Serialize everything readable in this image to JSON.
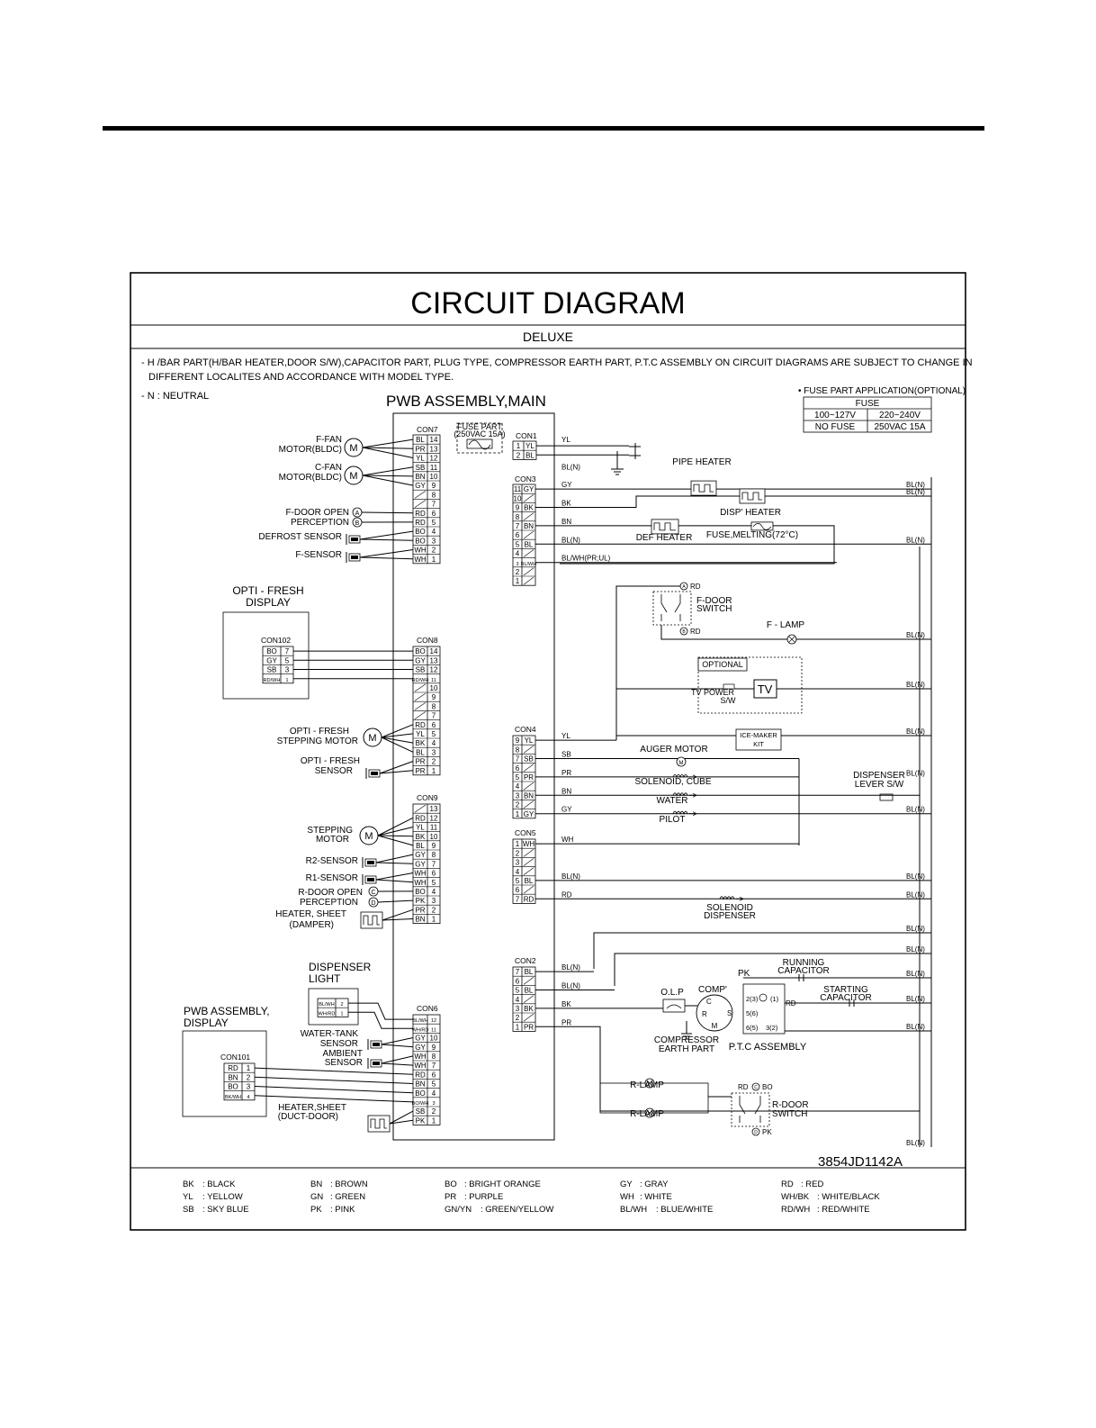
{
  "title": "CIRCUIT DIAGRAM",
  "subtitle": "DELUXE",
  "notes": [
    "- H /BAR PART(H/BAR HEATER,DOOR S/W),CAPACITOR PART, PLUG TYPE, COMPRESSOR EARTH PART, P.T.C ASSEMBLY ON CIRCUIT DIAGRAMS ARE SUBJECT TO CHANGE IN",
    "DIFFERENT LOCALITES  AND ACCORDANCE WITH  MODEL TYPE.",
    "- N : NEUTRAL"
  ],
  "main_pwb_title": "PWB ASSEMBLY,MAIN",
  "fuse_table": {
    "heading": "• FUSE PART APPLICATION(OPTIONAL)",
    "header": "FUSE",
    "cols": [
      "100~127V",
      "220~240V"
    ],
    "vals": [
      "NO FUSE",
      "250VAC 15A"
    ]
  },
  "fuse_part": [
    "FUSE PART",
    "(250VAC 15A)"
  ],
  "connectors": {
    "con7": {
      "name": "CON7",
      "pins": [
        [
          "BL",
          "14"
        ],
        [
          "PR",
          "13"
        ],
        [
          "YL",
          "12"
        ],
        [
          "SB",
          "11"
        ],
        [
          "BN",
          "10"
        ],
        [
          "GY",
          "9"
        ],
        [
          "",
          "8"
        ],
        [
          "",
          "7"
        ],
        [
          "RD",
          "6"
        ],
        [
          "RD",
          "5"
        ],
        [
          "BO",
          "4"
        ],
        [
          "BO",
          "3"
        ],
        [
          "WH",
          "2"
        ],
        [
          "WH",
          "1"
        ]
      ]
    },
    "con8": {
      "name": "CON8",
      "pins": [
        [
          "BO",
          "14"
        ],
        [
          "GY",
          "13"
        ],
        [
          "SB",
          "12"
        ],
        [
          "RD/WH",
          "11"
        ],
        [
          "",
          "10"
        ],
        [
          "",
          "9"
        ],
        [
          "",
          "8"
        ],
        [
          "",
          "7"
        ],
        [
          "RD",
          "6"
        ],
        [
          "YL",
          "5"
        ],
        [
          "BK",
          "4"
        ],
        [
          "BL",
          "3"
        ],
        [
          "PR",
          "2"
        ],
        [
          "PR",
          "1"
        ]
      ]
    },
    "con9": {
      "name": "CON9",
      "pins": [
        [
          "",
          "13"
        ],
        [
          "RD",
          "12"
        ],
        [
          "YL",
          "11"
        ],
        [
          "BK",
          "10"
        ],
        [
          "BL",
          "9"
        ],
        [
          "GY",
          "8"
        ],
        [
          "GY",
          "7"
        ],
        [
          "WH",
          "6"
        ],
        [
          "WH",
          "5"
        ],
        [
          "BO",
          "4"
        ],
        [
          "PK",
          "3"
        ],
        [
          "PR",
          "2"
        ],
        [
          "BN",
          "1"
        ]
      ]
    },
    "con6": {
      "name": "CON6",
      "pins": [
        [
          "BL/WH",
          "12"
        ],
        [
          "WH/RD",
          "11"
        ],
        [
          "GY",
          "10"
        ],
        [
          "GY",
          "9"
        ],
        [
          "WH",
          "8"
        ],
        [
          "WH",
          "7"
        ],
        [
          "RD",
          "6"
        ],
        [
          "BN",
          "5"
        ],
        [
          "BO",
          "4"
        ],
        [
          "BO/WH",
          "3"
        ],
        [
          "SB",
          "2"
        ],
        [
          "PK",
          "1"
        ]
      ]
    },
    "con1": {
      "name": "CON1",
      "pins": [
        [
          "1",
          "YL"
        ],
        [
          "2",
          "BL"
        ]
      ]
    },
    "con3": {
      "name": "CON3",
      "pins": [
        [
          "11",
          "GY"
        ],
        [
          "10",
          ""
        ],
        [
          "9",
          "BK"
        ],
        [
          "8",
          ""
        ],
        [
          "7",
          "BN"
        ],
        [
          "6",
          ""
        ],
        [
          "5",
          "BL"
        ],
        [
          "4",
          ""
        ],
        [
          "3",
          "BL/WH"
        ],
        [
          "2",
          ""
        ],
        [
          "1",
          ""
        ]
      ]
    },
    "con4": {
      "name": "CON4",
      "pins": [
        [
          "9",
          "YL"
        ],
        [
          "8",
          ""
        ],
        [
          "7",
          "SB"
        ],
        [
          "6",
          ""
        ],
        [
          "5",
          "PR"
        ],
        [
          "4",
          ""
        ],
        [
          "3",
          "BN"
        ],
        [
          "2",
          ""
        ],
        [
          "1",
          "GY"
        ]
      ]
    },
    "con5": {
      "name": "CON5",
      "pins": [
        [
          "1",
          "WH"
        ],
        [
          "2",
          ""
        ],
        [
          "3",
          ""
        ],
        [
          "4",
          ""
        ],
        [
          "5",
          "BL"
        ],
        [
          "6",
          ""
        ],
        [
          "7",
          "RD"
        ]
      ]
    },
    "con2": {
      "name": "CON2",
      "pins": [
        [
          "7",
          "BL"
        ],
        [
          "6",
          ""
        ],
        [
          "5",
          "BL"
        ],
        [
          "4",
          ""
        ],
        [
          "3",
          "BK"
        ],
        [
          "2",
          ""
        ],
        [
          "1",
          "PR"
        ]
      ]
    },
    "con102": {
      "name": "CON102",
      "pins": [
        [
          "BO",
          "7"
        ],
        [
          "GY",
          "5"
        ],
        [
          "SB",
          "3"
        ],
        [
          "RD/WH",
          "1"
        ]
      ]
    },
    "con101": {
      "name": "CON101",
      "pins": [
        [
          "RD",
          "1"
        ],
        [
          "BN",
          "2"
        ],
        [
          "BO",
          "3"
        ],
        [
          "BK/WH",
          "4"
        ]
      ]
    },
    "displight": {
      "name": "",
      "pins": [
        [
          "BL/WH",
          "2"
        ],
        [
          "WH/RD",
          "1"
        ]
      ]
    }
  },
  "wire_labels": {
    "yl": "YL",
    "bln": "BL(N)",
    "gy": "GY",
    "bk": "BK",
    "bn": "BN",
    "blwh": "BL/WH(PR;UL)",
    "sb": "SB",
    "pr": "PR",
    "wh": "WH",
    "rd": "RD"
  },
  "left_components": {
    "ffan": [
      "F-FAN",
      "MOTOR(BLDC)"
    ],
    "cfan": [
      "C-FAN",
      "MOTOR(BLDC)"
    ],
    "fdoor": [
      "F-DOOR OPEN",
      "PERCEPTION"
    ],
    "defrost": "DEFROST SENSOR",
    "fsensor": "F-SENSOR",
    "opti_display": [
      "OPTI - FRESH",
      "DISPLAY"
    ],
    "opti_motor": [
      "OPTI - FRESH",
      "STEPPING MOTOR"
    ],
    "opti_sensor": [
      "OPTI - FRESH",
      "SENSOR"
    ],
    "stepping": [
      "STEPPING",
      "MOTOR"
    ],
    "r2": "R2-SENSOR",
    "r1": "R1-SENSOR",
    "rdoor_open": [
      "R-DOOR OPEN",
      "PERCEPTION"
    ],
    "heater_damper": [
      "HEATER, SHEET",
      "(DAMPER)"
    ],
    "disp_light": [
      "DISPENSER",
      "LIGHT"
    ],
    "pwb_display": [
      "PWB ASSEMBLY,",
      "DISPLAY"
    ],
    "water_tank": [
      "WATER-TANK",
      "SENSOR"
    ],
    "ambient": [
      "AMBIENT",
      "SENSOR"
    ],
    "heater_duct": [
      "HEATER,SHEET",
      "(DUCT-DOOR)"
    ]
  },
  "right_components": {
    "pipe_heater": "PIPE HEATER",
    "disp_heater": "DISP' HEATER",
    "def_heater": "DEF HEATER",
    "fuse_melting": "FUSE,MELTING(72°C)",
    "fdoor_switch": [
      "F-DOOR",
      "SWITCH"
    ],
    "flamp": "F - LAMP",
    "optional": "OPTIONAL",
    "tv": "TV",
    "tv_power": [
      "TV POWER",
      "S/W"
    ],
    "icemaker": [
      "ICE-MAKER",
      "KIT"
    ],
    "auger": "AUGER MOTOR",
    "sol_cube": "SOLENOID, CUBE",
    "water": "WATER",
    "pilot": "PILOT",
    "disp_lever": [
      "DISPENSER",
      "LEVER S/W"
    ],
    "sol_disp": [
      "SOLENOID",
      "DISPENSER"
    ],
    "running_cap": [
      "RUNNING",
      "CAPACITOR"
    ],
    "starting_cap": [
      "STARTING",
      "CAPACITOR"
    ],
    "pk": "PK",
    "olp": "O.L.P",
    "comp": "COMP'",
    "comp_earth": [
      "COMPRESSOR",
      "EARTH PART"
    ],
    "ptc": "P.T.C ASSEMBLY",
    "rlamp": "R-LAMP",
    "rdoor_switch": [
      "R-DOOR",
      "SWITCH"
    ],
    "rd_bo": "RD",
    "bo": "BO",
    "ptc_pins": [
      "2(3)",
      "(1)",
      "5(6)",
      "6(5)",
      "3(2)"
    ],
    "a_rd": "RD",
    "b_rd": "RD",
    "rdsw_pk": "PK",
    "m": "M",
    "c": "C",
    "s": "S",
    "r": "R"
  },
  "marks": {
    "a": "A",
    "b": "B",
    "c": "C",
    "d": "D",
    "m": "M"
  },
  "part_number": "3854JD1142A",
  "legend": [
    [
      "BK",
      ":  BLACK"
    ],
    [
      "BN",
      ":  BROWN"
    ],
    [
      "BO",
      ":  BRIGHT ORANGE"
    ],
    [
      "GY",
      ":  GRAY"
    ],
    [
      "RD",
      ":  RED"
    ],
    [
      "YL",
      ":  YELLOW"
    ],
    [
      "GN",
      ":  GREEN"
    ],
    [
      "PR",
      ":  PURPLE"
    ],
    [
      "WH",
      ":  WHITE"
    ],
    [
      "WH/BK",
      ":  WHITE/BLACK"
    ],
    [
      "SB",
      ":  SKY BLUE"
    ],
    [
      "PK",
      ":  PINK"
    ],
    [
      "GN/YN",
      ":  GREEN/YELLOW"
    ],
    [
      "BL/WH",
      ":  BLUE/WHITE"
    ],
    [
      "RD/WH",
      ":  RED/WHITE"
    ]
  ]
}
